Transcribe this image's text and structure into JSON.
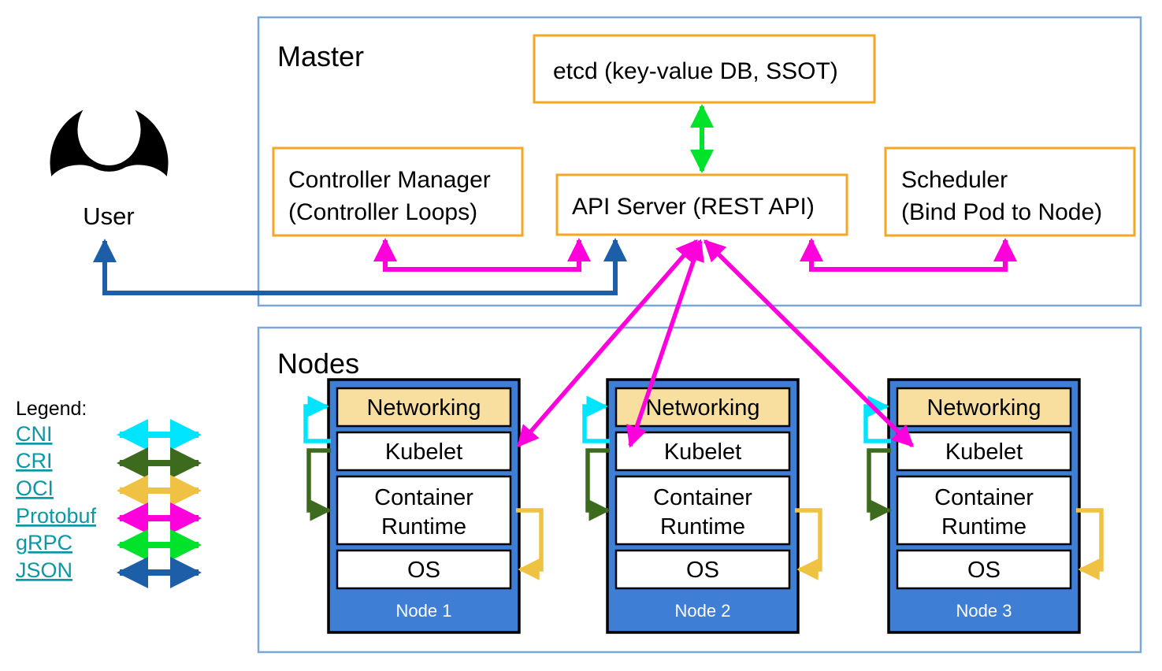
{
  "diagram": {
    "title_hidden": "Kubernetes Master and Nodes Architecture",
    "user": {
      "label": "User",
      "icon": "user-avatar-icon"
    },
    "master": {
      "label": "Master",
      "components": [
        {
          "id": "etcd",
          "label": "etcd (key-value DB, SSOT)"
        },
        {
          "id": "controller-manager",
          "line1": "Controller Manager",
          "line2": "(Controller Loops)"
        },
        {
          "id": "api-server",
          "label": "API Server (REST API)"
        },
        {
          "id": "scheduler",
          "line1": "Scheduler",
          "line2": "(Bind Pod to Node)"
        }
      ]
    },
    "nodes_group": {
      "label": "Nodes",
      "layer_labels": {
        "networking": "Networking",
        "kubelet": "Kubelet",
        "container_runtime_line1": "Container",
        "container_runtime_line2": "Runtime",
        "os": "OS"
      },
      "nodes": [
        {
          "id": "node-1",
          "label": "Node 1"
        },
        {
          "id": "node-2",
          "label": "Node 2"
        },
        {
          "id": "node-3",
          "label": "Node 3"
        }
      ]
    },
    "legend": {
      "title": "Legend:",
      "items": [
        {
          "label": "CNI",
          "color": "#00E5FF"
        },
        {
          "label": "CRI",
          "color": "#3D6B1E"
        },
        {
          "label": "OCI",
          "color": "#F0C243"
        },
        {
          "label": "Protobuf",
          "color": "#FF00DD"
        },
        {
          "label": "gRPC",
          "color": "#00E32A"
        },
        {
          "label": "JSON",
          "color": "#1C5FA8"
        }
      ]
    },
    "colors": {
      "container_border": "#7BA7D7",
      "component_border": "#F5A623",
      "node_fill": "#3E7FD5",
      "node_border": "#000000",
      "networking_fill": "#F8DFA0",
      "layer_fill": "#FFFFFF",
      "legend_link": "#0D97A6",
      "text": "#000000",
      "node_label_text": "#FFFFFF"
    }
  }
}
